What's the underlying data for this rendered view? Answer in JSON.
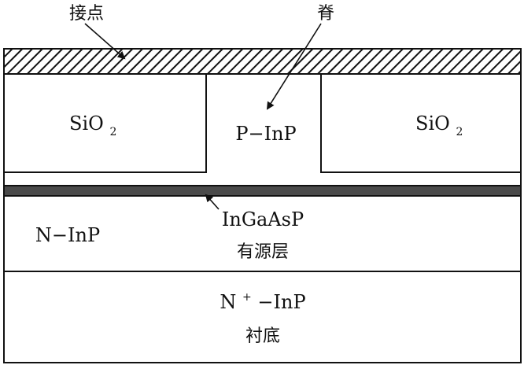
{
  "labels": {
    "contact": "接点",
    "ridge": "脊",
    "sio2_left_base": "SiO",
    "sio2_left_sub": "2",
    "sio2_right_base": "SiO",
    "sio2_right_sub": "2",
    "p_inp": "P−InP",
    "n_inp": "N−InP",
    "ingaasp": "InGaAsP",
    "active_layer": "有源层",
    "nplus_base": "N",
    "nplus_sup": "+",
    "nplus_rest": "−InP",
    "substrate": "衬底"
  },
  "colors": {
    "line": "#111111",
    "active_layer_fill": "#4a4a4a",
    "background": "#ffffff"
  }
}
